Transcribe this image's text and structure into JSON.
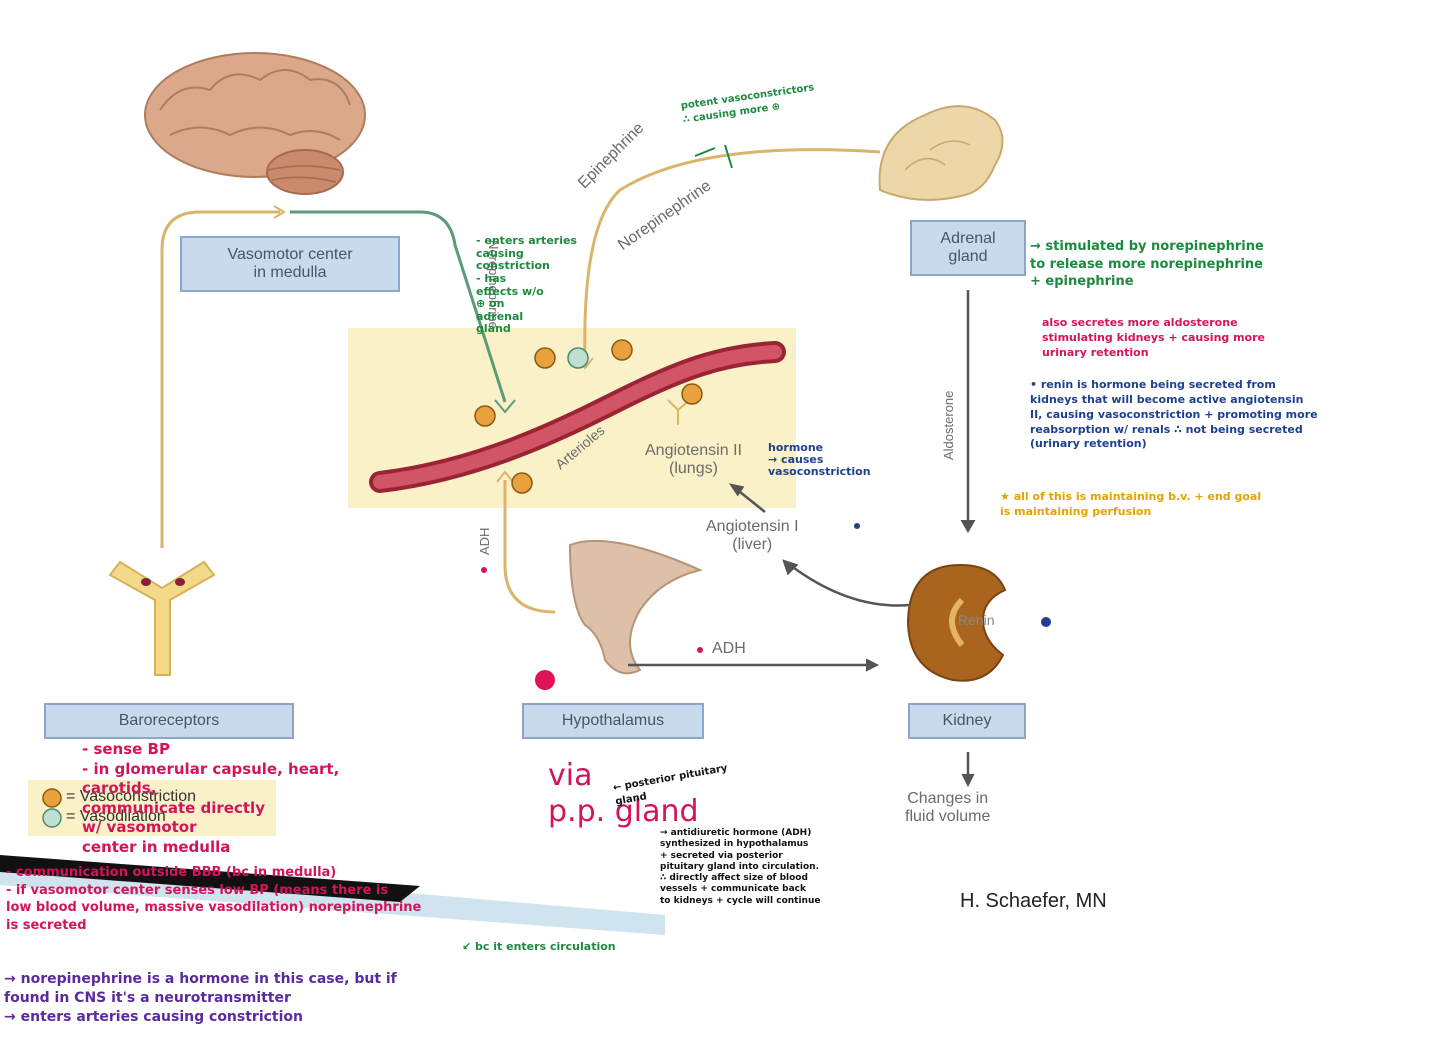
{
  "boxes": {
    "vasomotor": "Vasomotor center\nin medulla",
    "adrenal": "Adrenal\ngland",
    "baroreceptors": "Baroreceptors",
    "hypothalamus": "Hypothalamus",
    "kidney": "Kidney"
  },
  "labels": {
    "epinephrine": "Epinephrine",
    "norepinephrine_top": "Norepinephrine",
    "norepinephrine_left": "Norepinephrine",
    "arterioles": "Arterioles",
    "angiotensin2": "Angiotensin II\n(lungs)",
    "angiotensin1": "Angiotensin I\n(liver)",
    "aldosterone": "Aldosterone",
    "adh_vertical": "ADH",
    "adh_horizontal": "ADH",
    "renin": "Renin",
    "changes": "Changes in\nfluid volume",
    "author": "H. Schaefer, MN"
  },
  "legend": {
    "vasoconstriction": "= Vasoconstriction",
    "vasodilation": "= Vasodilation"
  },
  "notes": {
    "potent": "potent vasoconstrictors\n∴ causing more ⊕",
    "nor_effects": "- enters arteries\n  causing\n  constriction\n- has\n  effects w/o\n  ⊕ on\n  adrenal\n  gland",
    "adrenal_green": "→ stimulated by norepinephrine\n   to release more norepinephrine\n   + epinephrine",
    "adrenal_pink": "also secretes more aldosterone\nstimulating kidneys + causing more\nurinary retention",
    "renin_blue": "• renin is hormone being secreted from\n  kidneys that will become active angiotensin\n  II, causing vasoconstriction + promoting more\n  reabsorption w/ renals ∴ not being secreted\n  (urinary retention)",
    "goal_orange": "★ all of this is maintaining b.v. + end goal\n   is maintaining perfusion",
    "ang2_blue": "hormone\n→ causes\n   vasoconstriction",
    "baro_pink": "- sense BP\n- in glomerular capsule, heart,\n     carotids,\n     communicate directly\n     w/ vasomotor\n     center in medulla",
    "via": "via\np.p. gland",
    "posterior": "← posterior pituitary\n   gland",
    "adh_black": "→ antidiuretic hormone (ADH)\n   synthesized in hypothalamus\n   + secreted via posterior\n   pituitary gland into circulation.\n   ∴ directly affect size of blood\n   vessels + communicate back\n   to kidneys + cycle will continue",
    "comm_pink": "- communication outside BBB (bc in medulla)\n- if vasomotor center senses low BP (means there is\n  low blood volume, massive vasodilation) norepinephrine\n  is secreted",
    "bc_green": "↙ bc it enters circulation",
    "purple": "→ norepinephrine is a hormone in this case, but if\n   found in CNS it's a neurotransmitter\n→ enters arteries causing constriction"
  },
  "colors": {
    "box_fill": "#c9d9ee",
    "vessel": "#c8404f",
    "pathway": "#d9b46a",
    "green_pathway": "#5a9b78",
    "shaded": "#fbf1c8"
  }
}
